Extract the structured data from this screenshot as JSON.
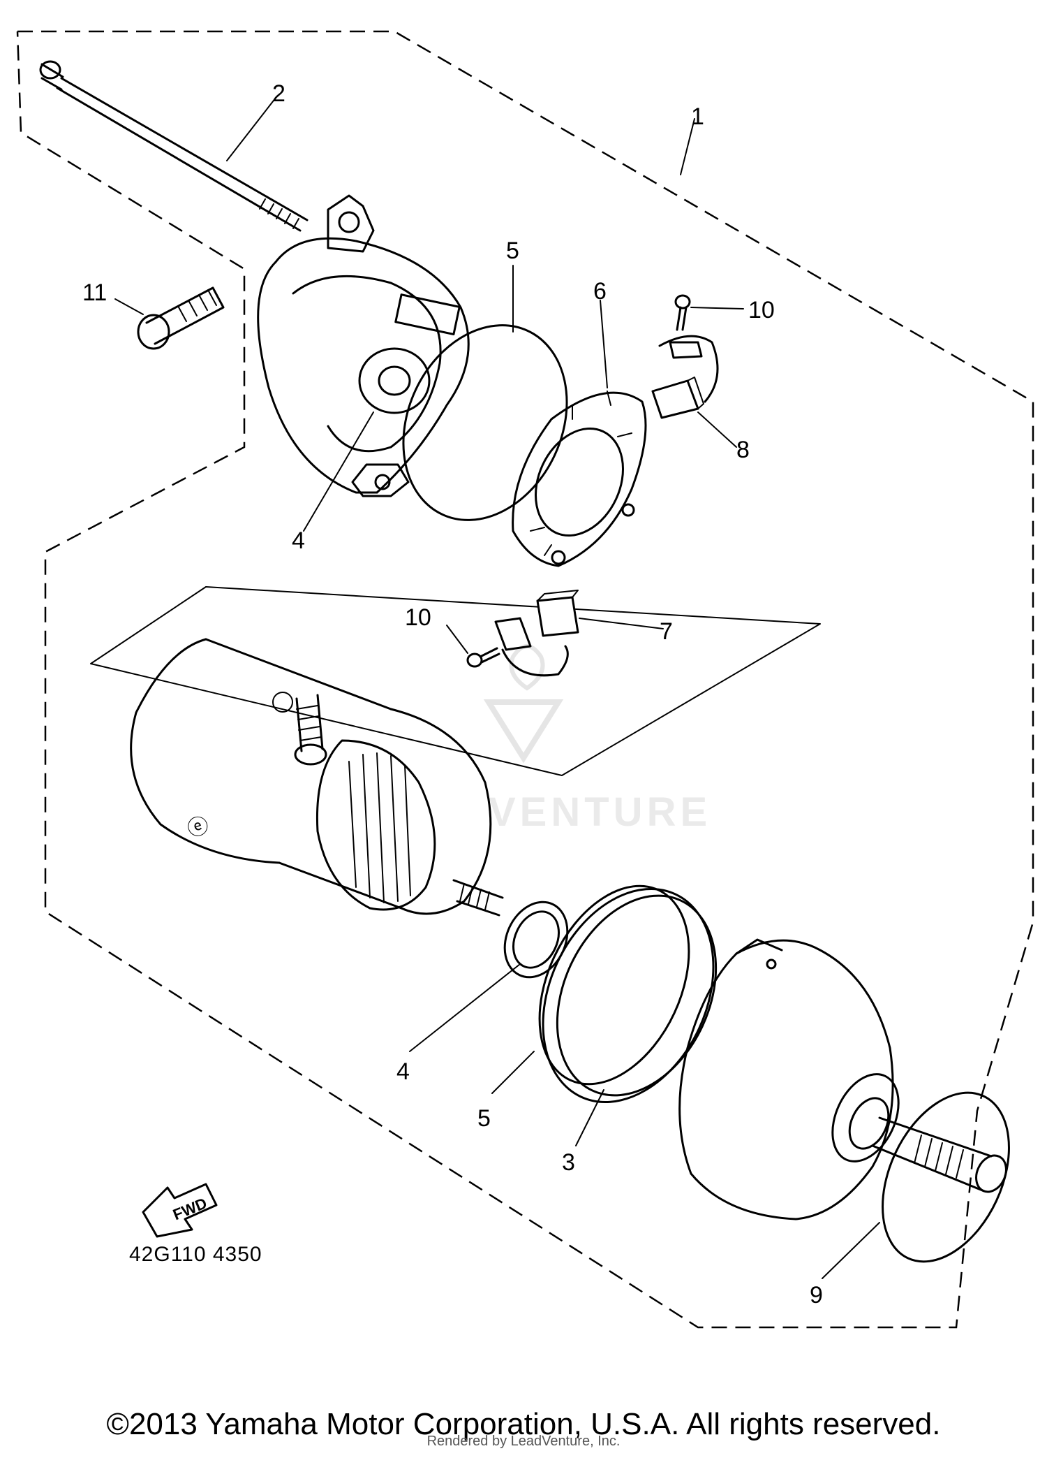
{
  "callouts": {
    "c1": "1",
    "c2": "2",
    "c3": "3",
    "c4a": "4",
    "c4b": "4",
    "c5a": "5",
    "c5b": "5",
    "c6": "6",
    "c7": "7",
    "c8": "8",
    "c9": "9",
    "c10a": "10",
    "c10b": "10",
    "c11": "11"
  },
  "fwd_label": "FWD",
  "diagram_code": "42G110 4350",
  "watermark": "VENTURE",
  "footer": {
    "copyright": "©2013 Yamaha Motor Corporation, U.S.A. All rights reserved.",
    "rendered_by": "Rendered by LeadVenture, Inc."
  }
}
